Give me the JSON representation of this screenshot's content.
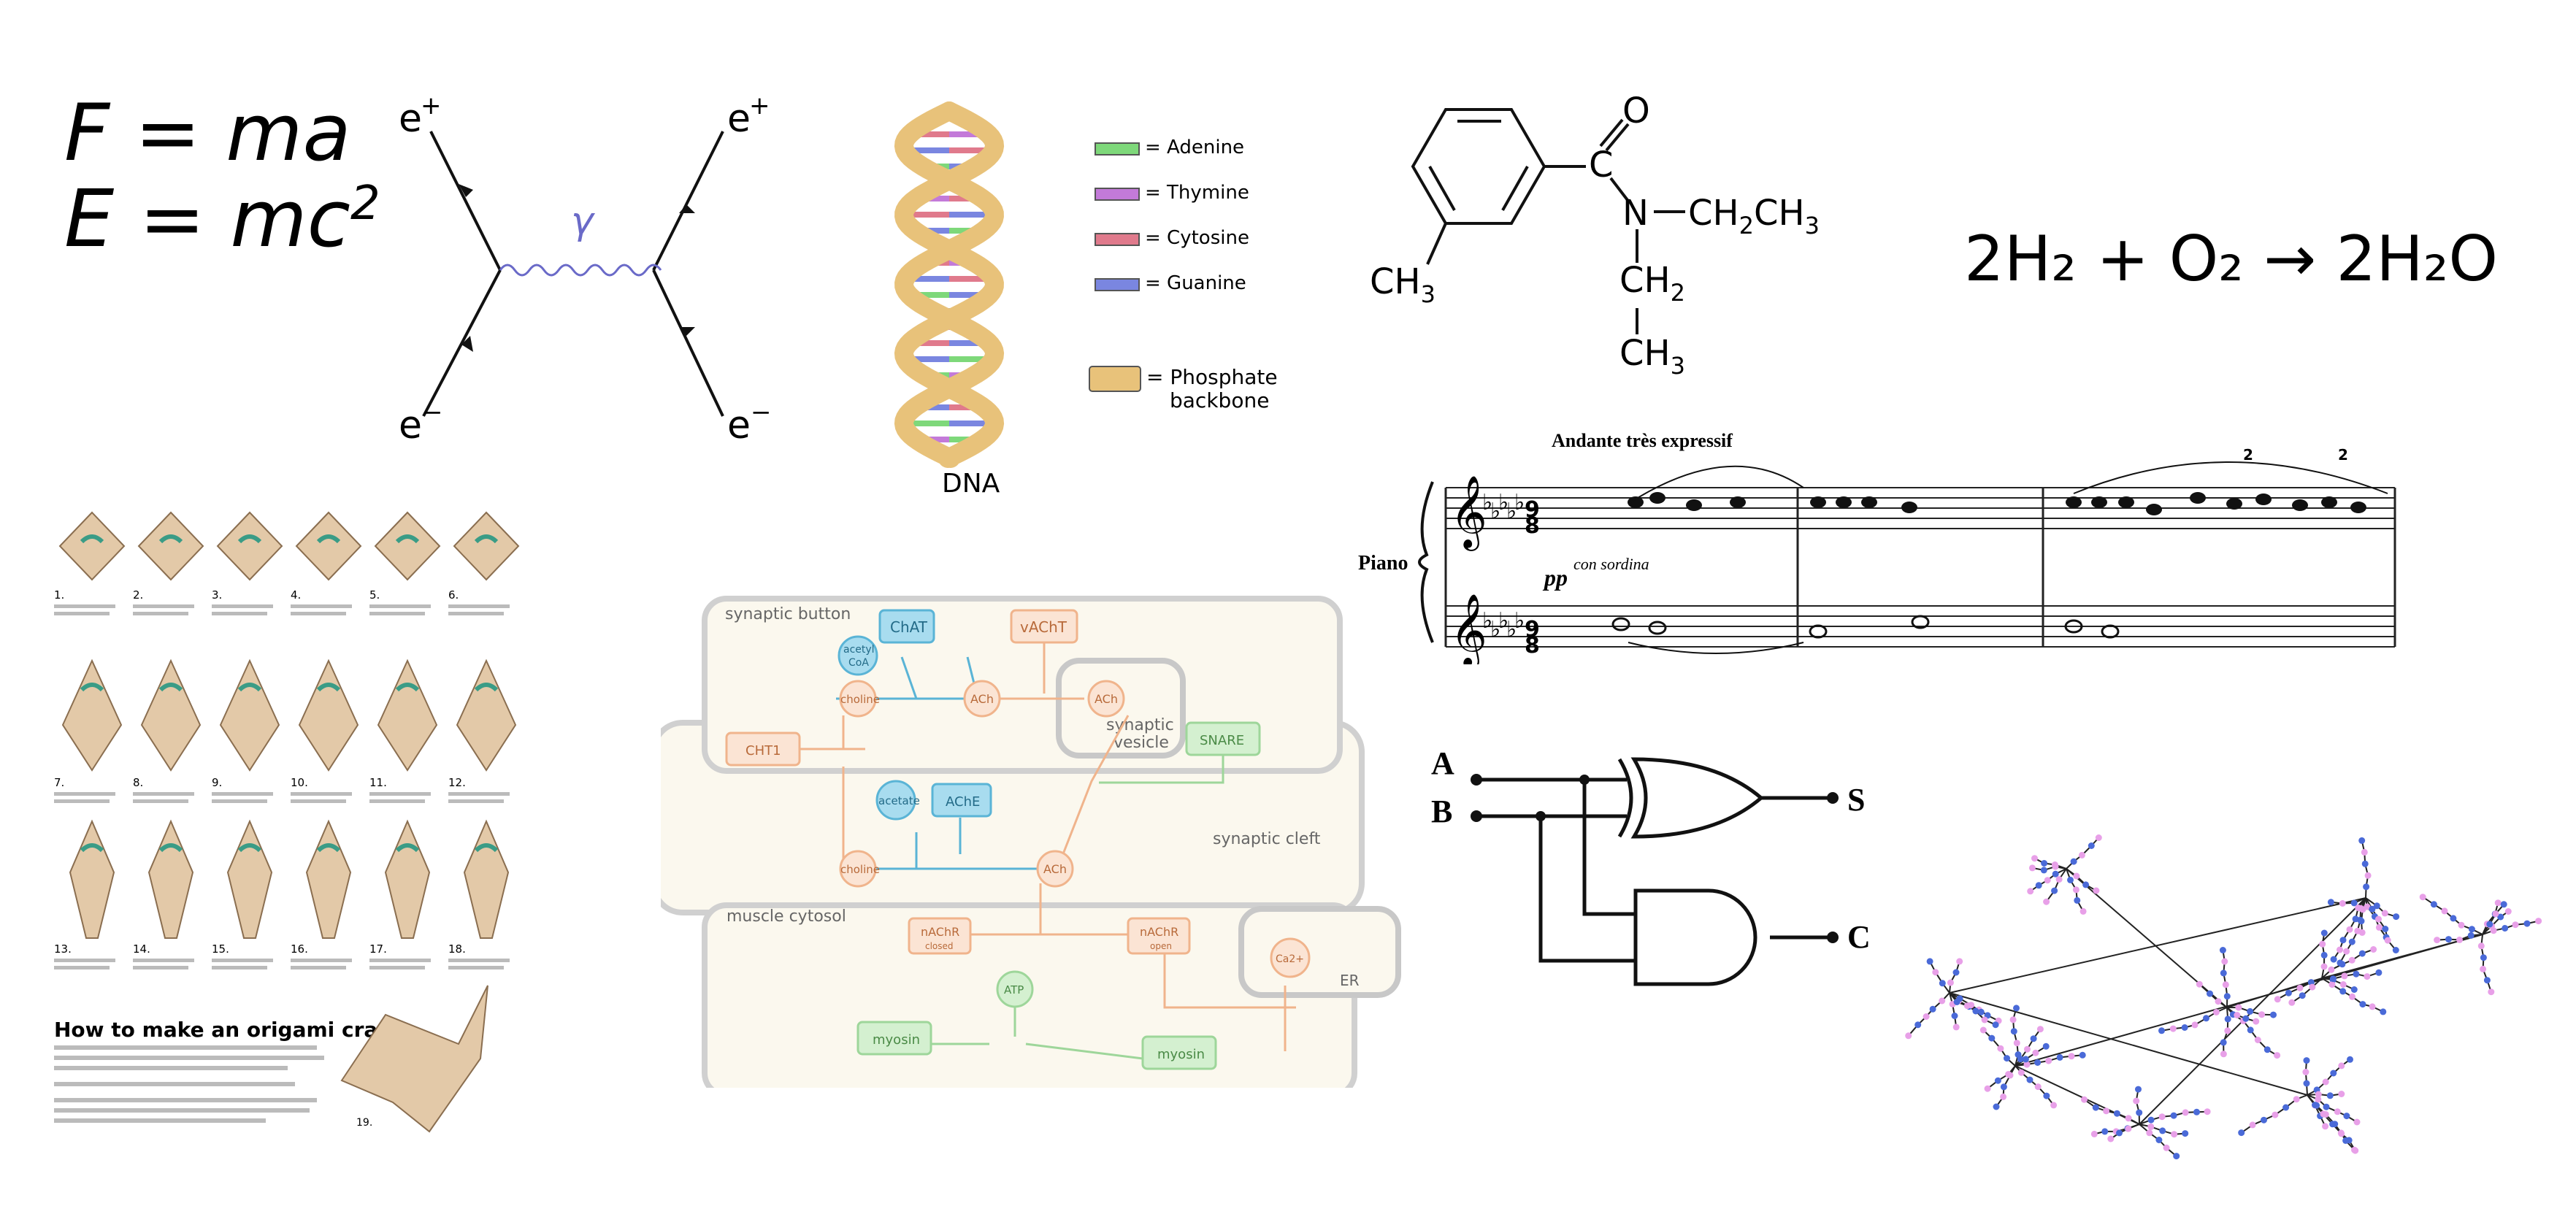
{
  "physics": {
    "eq1": "F = ma",
    "eq2_base": "E = mc",
    "eq2_exp": "2"
  },
  "feynman": {
    "eplus": "e",
    "eminus": "e",
    "plus": "+",
    "minus": "−",
    "gamma": "γ"
  },
  "dna": {
    "label": "DNA",
    "legend": [
      {
        "label": "= Adenine",
        "color": "#7ed87a"
      },
      {
        "label": "= Thymine",
        "color": "#c37ad9"
      },
      {
        "label": "= Cytosine",
        "color": "#e07a8c"
      },
      {
        "label": "= Guanine",
        "color": "#7a86e0"
      }
    ],
    "phosphate_line1": "= Phosphate",
    "phosphate_line2": "backbone",
    "backbone_color": "#e8c27a"
  },
  "molecule": {
    "O": "O",
    "C": "C",
    "N": "N",
    "CH2CH3": "CH",
    "sub2": "2",
    "CH3": "CH",
    "sub3": "3"
  },
  "reaction": {
    "text": "2H₂ + O₂ → 2H₂O"
  },
  "music": {
    "title": "Andante très expressif",
    "instrument": "Piano",
    "dynamic": "pp",
    "expression": "con sordina",
    "time_top": "9",
    "time_bottom": "8",
    "tuplet": "2"
  },
  "logic": {
    "A": "A",
    "B": "B",
    "S": "S",
    "C": "C"
  },
  "origami": {
    "title": "How to make an origami crane",
    "steps": [
      "1.",
      "2.",
      "3.",
      "4.",
      "5.",
      "6.",
      "7.",
      "8.",
      "9.",
      "10.",
      "11.",
      "12.",
      "13.",
      "14.",
      "15.",
      "16.",
      "17.",
      "18.",
      "19."
    ],
    "paper_color": "#e3c9a8",
    "accent_color": "#3a9c86"
  },
  "synapse": {
    "synaptic_button": "synaptic button",
    "ChAT": "ChAT",
    "vAChT": "vAChT",
    "acetyl_CoA_1": "acetyl",
    "acetyl_CoA_2": "CoA",
    "choline": "choline",
    "ACh": "ACh",
    "synaptic_vesicle_1": "synaptic",
    "synaptic_vesicle_2": "vesicle",
    "CHT1": "CHT1",
    "SNARE": "SNARE",
    "acetate": "acetate",
    "AChE": "AChE",
    "synaptic_cleft": "synaptic cleft",
    "muscle_cytosol": "muscle cytosol",
    "nAChR": "nAChR",
    "closed": "closed",
    "open": "open",
    "Ca2": "Ca2+",
    "ER": "ER",
    "ATP": "ATP",
    "myosin": "myosin"
  }
}
